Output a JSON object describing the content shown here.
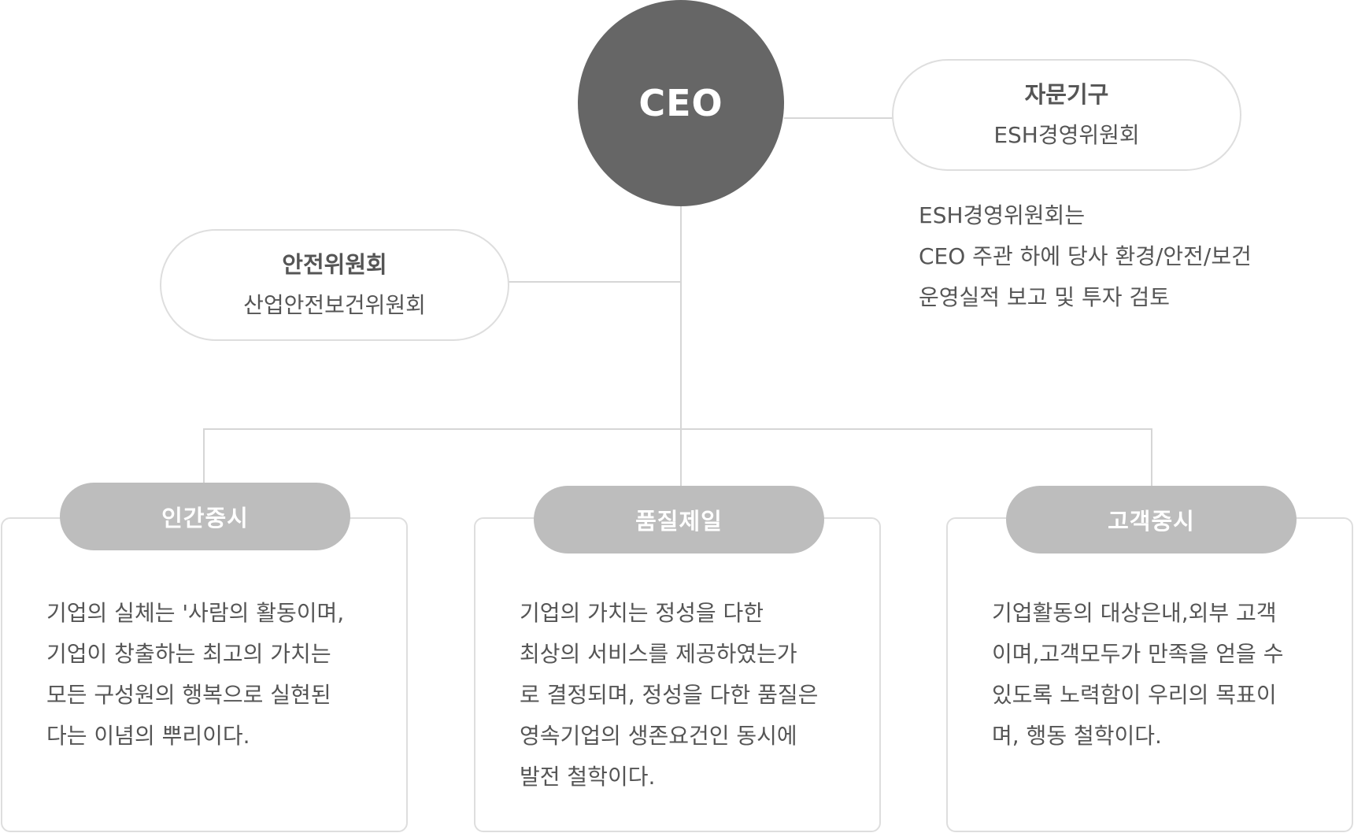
{
  "ceo": {
    "label": "CEO"
  },
  "advisory": {
    "title": "자문기구",
    "subtitle": "ESH경영위원회"
  },
  "advisory_description": [
    "ESH경영위원회는",
    "CEO 주관 하에 당사 환경/안전/보건",
    "운영실적 보고 및 투자 검토"
  ],
  "safety": {
    "title": "안전위원회",
    "subtitle": "산업안전보건위원회"
  },
  "values": [
    {
      "tag": "인간중시",
      "lines": [
        "기업의 실체는 '사람의 활동이며,",
        "기업이 창출하는 최고의 가치는",
        "모든 구성원의 행복으로 실현된",
        "다는 이념의 뿌리이다."
      ]
    },
    {
      "tag": "품질제일",
      "lines": [
        "기업의 가치는 정성을 다한",
        "최상의 서비스를 제공하였는가",
        "로 결정되며, 정성을 다한 품질은",
        "영속기업의 생존요건인 동시에",
        "발전 철학이다."
      ]
    },
    {
      "tag": "고객중시",
      "lines": [
        "기업활동의 대상은내,외부 고객",
        "이며,고객모두가 만족을 얻을 수",
        "있도록 노력함이 우리의 목표이",
        "며, 행동 철학이다."
      ]
    }
  ]
}
